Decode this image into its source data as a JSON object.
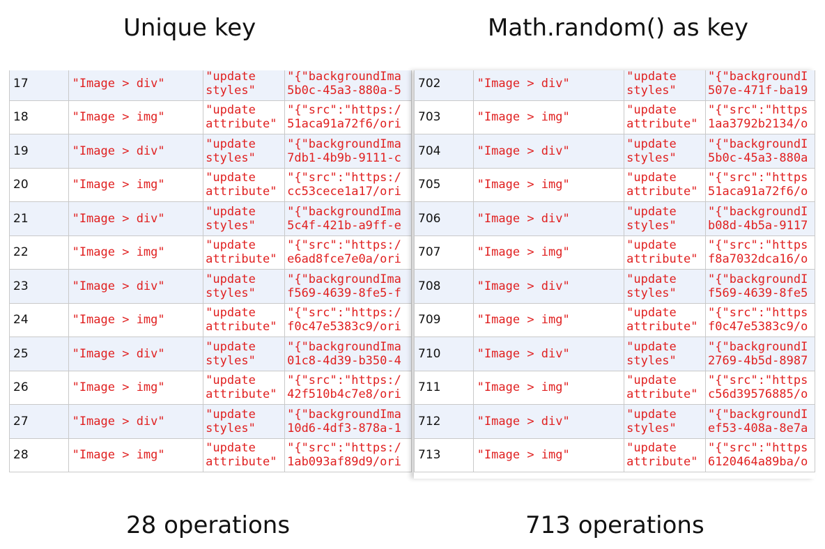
{
  "headings": {
    "left_title": "Unique key",
    "right_title": "Math.random() as key",
    "left_footer": "28 operations",
    "right_footer": "713 operations"
  },
  "left_rows": [
    {
      "index": "17",
      "target": "\"Image > div\"",
      "op1": "\"update",
      "op2": "styles\"",
      "v1": "\"{\"backgroundIma",
      "v2": "5b0c-45a3-880a-5"
    },
    {
      "index": "18",
      "target": "\"Image > img\"",
      "op1": "\"update",
      "op2": "attribute\"",
      "v1": "\"{\"src\":\"https:/",
      "v2": "51aca91a72f6/ori"
    },
    {
      "index": "19",
      "target": "\"Image > div\"",
      "op1": "\"update",
      "op2": "styles\"",
      "v1": "\"{\"backgroundIma",
      "v2": "7db1-4b9b-9111-c"
    },
    {
      "index": "20",
      "target": "\"Image > img\"",
      "op1": "\"update",
      "op2": "attribute\"",
      "v1": "\"{\"src\":\"https:/",
      "v2": "cc53cece1a17/ori"
    },
    {
      "index": "21",
      "target": "\"Image > div\"",
      "op1": "\"update",
      "op2": "styles\"",
      "v1": "\"{\"backgroundIma",
      "v2": "5c4f-421b-a9ff-e"
    },
    {
      "index": "22",
      "target": "\"Image > img\"",
      "op1": "\"update",
      "op2": "attribute\"",
      "v1": "\"{\"src\":\"https:/",
      "v2": "e6ad8fce7e0a/ori"
    },
    {
      "index": "23",
      "target": "\"Image > div\"",
      "op1": "\"update",
      "op2": "styles\"",
      "v1": "\"{\"backgroundIma",
      "v2": "f569-4639-8fe5-f"
    },
    {
      "index": "24",
      "target": "\"Image > img\"",
      "op1": "\"update",
      "op2": "attribute\"",
      "v1": "\"{\"src\":\"https:/",
      "v2": "f0c47e5383c9/ori"
    },
    {
      "index": "25",
      "target": "\"Image > div\"",
      "op1": "\"update",
      "op2": "styles\"",
      "v1": "\"{\"backgroundIma",
      "v2": "01c8-4d39-b350-4"
    },
    {
      "index": "26",
      "target": "\"Image > img\"",
      "op1": "\"update",
      "op2": "attribute\"",
      "v1": "\"{\"src\":\"https:/",
      "v2": "42f510b4c7e8/ori"
    },
    {
      "index": "27",
      "target": "\"Image > div\"",
      "op1": "\"update",
      "op2": "styles\"",
      "v1": "\"{\"backgroundIma",
      "v2": "10d6-4df3-878a-1"
    },
    {
      "index": "28",
      "target": "\"Image > img\"",
      "op1": "\"update",
      "op2": "attribute\"",
      "v1": "\"{\"src\":\"https:/",
      "v2": "1ab093af89d9/ori"
    }
  ],
  "right_rows": [
    {
      "index": "702",
      "target": "\"Image > div\"",
      "op1": "\"update",
      "op2": "styles\"",
      "v1": "\"{\"backgroundI",
      "v2": "507e-471f-ba19"
    },
    {
      "index": "703",
      "target": "\"Image > img\"",
      "op1": "\"update",
      "op2": "attribute\"",
      "v1": "\"{\"src\":\"https",
      "v2": "1aa3792b2134/o"
    },
    {
      "index": "704",
      "target": "\"Image > div\"",
      "op1": "\"update",
      "op2": "styles\"",
      "v1": "\"{\"backgroundI",
      "v2": "5b0c-45a3-880a"
    },
    {
      "index": "705",
      "target": "\"Image > img\"",
      "op1": "\"update",
      "op2": "attribute\"",
      "v1": "\"{\"src\":\"https",
      "v2": "51aca91a72f6/o"
    },
    {
      "index": "706",
      "target": "\"Image > div\"",
      "op1": "\"update",
      "op2": "styles\"",
      "v1": "\"{\"backgroundI",
      "v2": "b08d-4b5a-9117"
    },
    {
      "index": "707",
      "target": "\"Image > img\"",
      "op1": "\"update",
      "op2": "attribute\"",
      "v1": "\"{\"src\":\"https",
      "v2": "f8a7032dca16/o"
    },
    {
      "index": "708",
      "target": "\"Image > div\"",
      "op1": "\"update",
      "op2": "styles\"",
      "v1": "\"{\"backgroundI",
      "v2": "f569-4639-8fe5"
    },
    {
      "index": "709",
      "target": "\"Image > img\"",
      "op1": "\"update",
      "op2": "attribute\"",
      "v1": "\"{\"src\":\"https",
      "v2": "f0c47e5383c9/o"
    },
    {
      "index": "710",
      "target": "\"Image > div\"",
      "op1": "\"update",
      "op2": "styles\"",
      "v1": "\"{\"backgroundI",
      "v2": "2769-4b5d-8987"
    },
    {
      "index": "711",
      "target": "\"Image > img\"",
      "op1": "\"update",
      "op2": "attribute\"",
      "v1": "\"{\"src\":\"https",
      "v2": "c56d39576885/o"
    },
    {
      "index": "712",
      "target": "\"Image > div\"",
      "op1": "\"update",
      "op2": "styles\"",
      "v1": "\"{\"backgroundI",
      "v2": "ef53-408a-8e7a"
    },
    {
      "index": "713",
      "target": "\"Image > img\"",
      "op1": "\"update",
      "op2": "attribute\"",
      "v1": "\"{\"src\":\"https",
      "v2": "6120464a89ba/o"
    }
  ],
  "colors": {
    "string_red": "#e02020",
    "row_blue": "#edf2fb",
    "grid_border": "#c9c9c9",
    "tab_accent": "#4a90e2"
  }
}
